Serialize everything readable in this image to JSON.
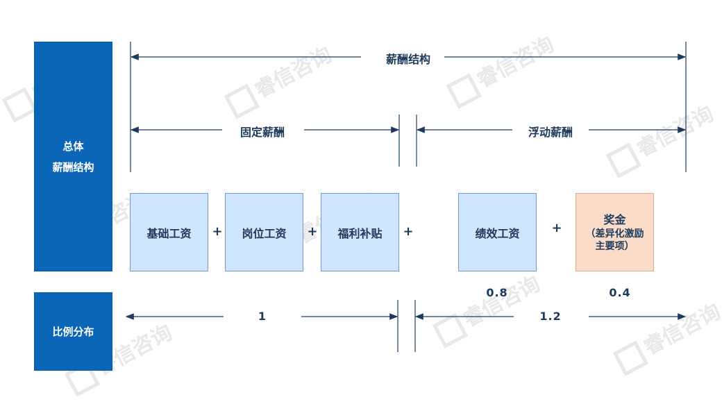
{
  "watermark": "睿信咨询",
  "side": {
    "overall_line1": "总体",
    "overall_line2": "薪酬结构",
    "ratio": "比例分布"
  },
  "headers": {
    "total": "薪酬结构",
    "fixed": "固定薪酬",
    "floating": "浮动薪酬"
  },
  "components": {
    "base": "基础工资",
    "position": "岗位工资",
    "welfare": "福利补贴",
    "performance": "绩效工资",
    "bonus_main": "奖金",
    "bonus_sub_line1": "（差异化激励",
    "bonus_sub_line2": "主要项）"
  },
  "operators": {
    "plus": "+"
  },
  "ratios": {
    "fixed": "1",
    "floating": "1.2",
    "performance": "0.8",
    "bonus": "0.4"
  },
  "colors": {
    "side_fill": "#0b66b7",
    "component_fill": "#cfe5fb",
    "bonus_fill": "#fbdcc9",
    "line": "#1d3a5b"
  }
}
